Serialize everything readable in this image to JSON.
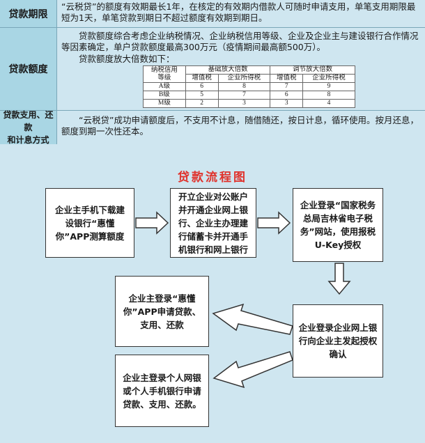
{
  "rows": [
    {
      "label": "贷款期限",
      "text": "“云税贷”的额度有效期最长1年，在核定的有效期内借款人可随时申请支用，单笔支用期限最短为1天，单笔贷款到期日不超过额度有效期到期日。"
    },
    {
      "label": "贷款额度",
      "text1": "贷款额度综合考虑企业纳税情况、企业纳税信用等级、企业及企业主与建设银行合作情况等因素确定，单户贷款额度最高300万元（疫情期间最高额500万）。",
      "text2": "贷款额度放大倍数如下："
    },
    {
      "label_line1": "贷款支用、还款",
      "label_line2": "和计息方式",
      "text": "“云税贷”成功申请额度后，不支用不计息，随借随还，按日计息，循环使用。按月还息，额度到期一次性还本。"
    }
  ],
  "multiplier_table": {
    "corner_line1": "纳税信用",
    "corner_line2": "等级",
    "group1": "基础放大倍数",
    "group2": "调节放大倍数",
    "sub": [
      "增值税",
      "企业所得税",
      "增值税",
      "企业所得税"
    ],
    "rows": [
      {
        "grade": "A级",
        "values": [
          "6",
          "8",
          "7",
          "9"
        ]
      },
      {
        "grade": "B级",
        "values": [
          "5",
          "7",
          "6",
          "8"
        ]
      },
      {
        "grade": "M级",
        "values": [
          "2",
          "3",
          "3",
          "4"
        ]
      }
    ]
  },
  "flow": {
    "title": "贷款流程图",
    "steps": [
      "企业主手机下载建设银行“惠懂你”APP测算额度",
      "开立企业对公账户并开通企业网上银行、企业主办理建行储蓄卡并开通手机银行和网上银行",
      "企业登录“国家税务总局吉林省电子税务”网站，使用报税U-Key授权",
      "企业登录企业网上银行向企业主发起授权确认",
      "企业主登录“惠懂你”APP申请贷款、支用、还款",
      "企业主登录个人网银或个人手机银行申请贷款、支用、还款。"
    ]
  }
}
